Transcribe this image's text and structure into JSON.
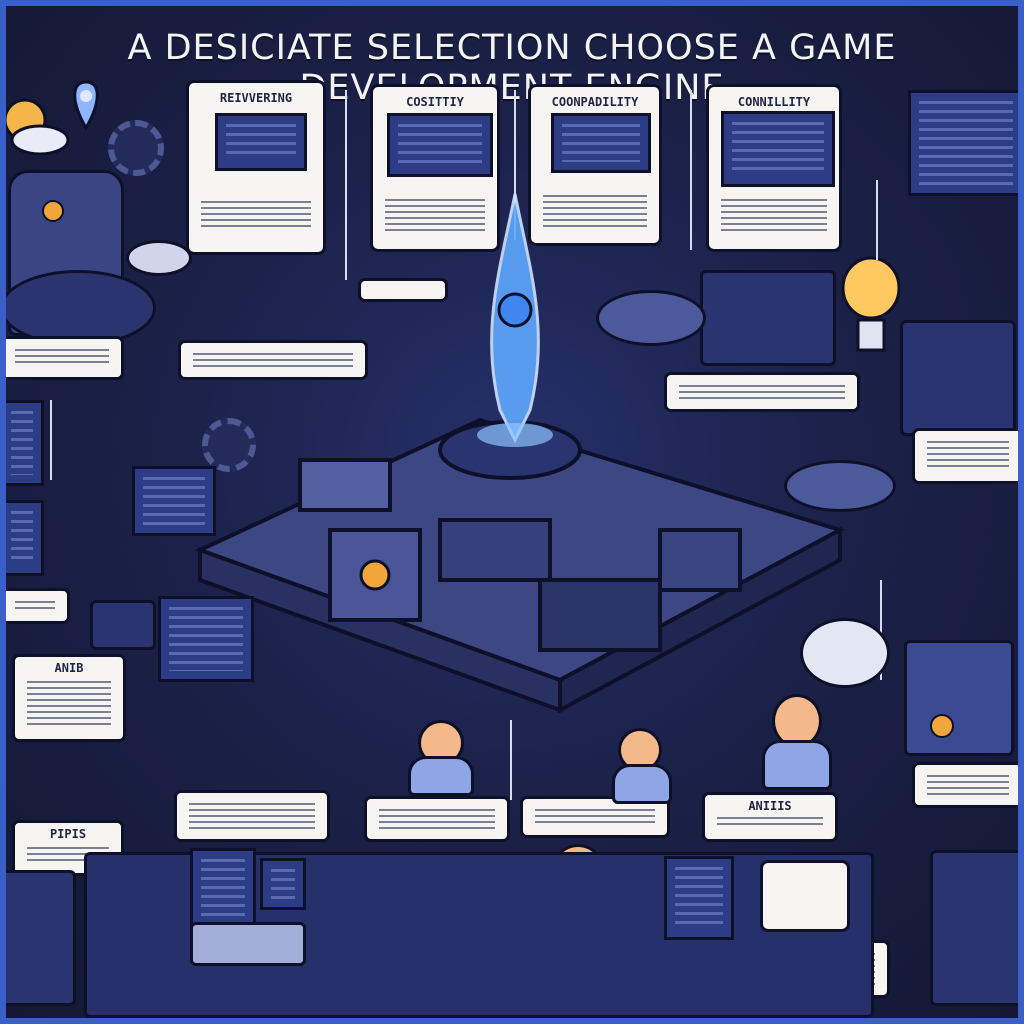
{
  "title": "A DESICIATE  SELECTION CHOOSE  A GAME DEVELOPMENT ENGINE",
  "top_cards": [
    {
      "label": "REIVVERING"
    },
    {
      "label": "COSITTIY"
    },
    {
      "label": "COONPADILITY"
    },
    {
      "label": "CONNILLITY"
    }
  ],
  "side_notes": [
    {
      "label": "ANIB"
    },
    {
      "label": "PIPIS"
    },
    {
      "label": "ANIIIS"
    }
  ],
  "colors": {
    "background": "#1b2148",
    "frame": "#3b5fc8",
    "card": "#f6f5f2",
    "accent": "#f1a63b",
    "crystal": "#5ea8ff",
    "ink": "#0d1028"
  },
  "icons": [
    "sun-icon",
    "location-pin-icon",
    "lightbulb-icon",
    "crystal-icon",
    "gear-icon",
    "computer-icon",
    "robot-icon"
  ]
}
